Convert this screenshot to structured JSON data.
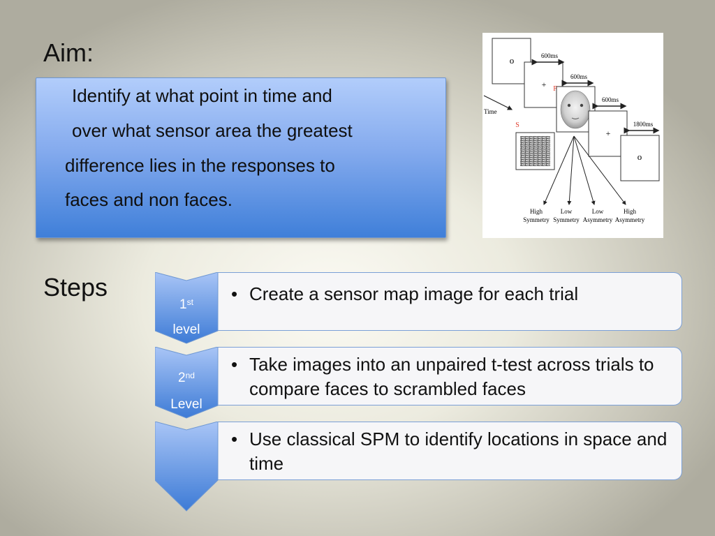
{
  "aim": {
    "heading": "Aim:",
    "lines": [
      "Identify at what point in time and",
      "over what sensor area the greatest",
      "difference lies in the responses to",
      "faces and non faces."
    ]
  },
  "figure": {
    "durations": [
      "600ms",
      "600ms",
      "600ms",
      "1800ms"
    ],
    "fixation_o": "o",
    "fixation_plus": "+",
    "face_marker": "F",
    "scrambled_marker": "S",
    "time_label": "Time",
    "conditions": [
      {
        "line1": "High",
        "line2": "Symmetry"
      },
      {
        "line1": "Low",
        "line2": "Symmetry"
      },
      {
        "line1": "Low",
        "line2": "Asymmetry"
      },
      {
        "line1": "High",
        "line2": "Asymmetry"
      }
    ]
  },
  "steps": {
    "heading": "Steps",
    "items": [
      {
        "label_num": "1",
        "label_sup": "st",
        "label_word": "level",
        "text": "Create a sensor map image for each trial"
      },
      {
        "label_num": "2",
        "label_sup": "nd",
        "label_word": "Level",
        "text": "Take images into an unpaired t-test across trials to compare faces to scrambled faces"
      },
      {
        "label_num": "",
        "label_sup": "",
        "label_word": "",
        "text": "Use classical SPM to identify locations in space and time"
      }
    ],
    "bullet": "•"
  },
  "colors": {
    "accent_blue": "#3f7fd9",
    "card_border": "#7a9fd6",
    "marker_red": "#e03a2a"
  }
}
